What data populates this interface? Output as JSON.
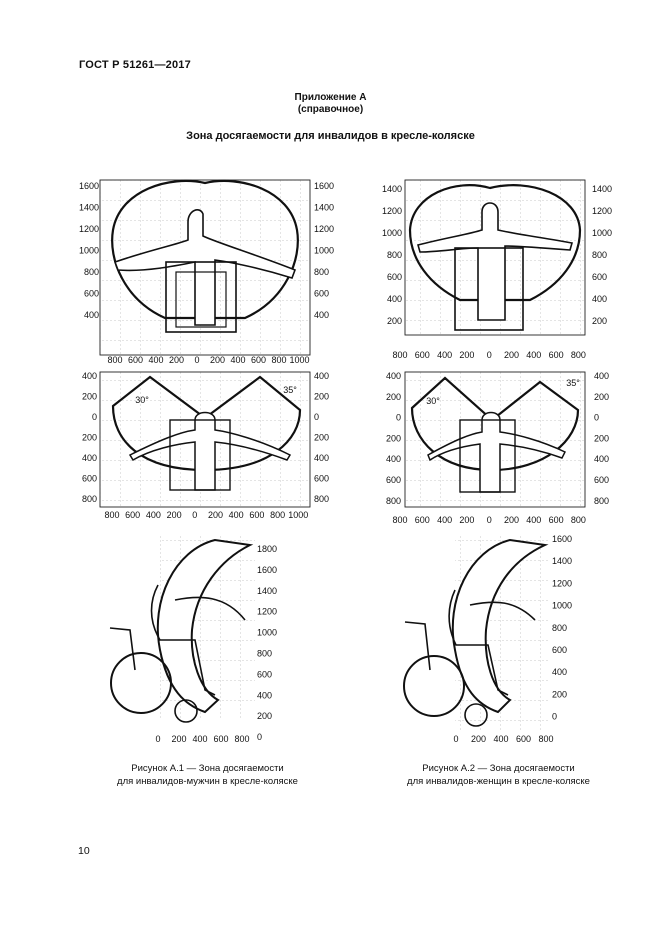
{
  "header": {
    "doc_code": "ГОСТ Р 51261—2017"
  },
  "annex": {
    "title": "Приложение А",
    "type": "(справочное)",
    "heading": "Зона досягаемости для инвалидов в кресле-коляске"
  },
  "figures": {
    "fig1": {
      "caption_line1": "Рисунок А.1 — Зона досягаемости",
      "caption_line2": "для инвалидов-мужчин в кресле-коляске",
      "front": {
        "left": [
          "1600",
          "1400",
          "1200",
          "1000",
          "800",
          "600",
          "400"
        ],
        "right": [
          "1600",
          "1400",
          "1200",
          "1000",
          "800",
          "600",
          "400"
        ]
      },
      "front_bottom": [
        "800",
        "600",
        "400",
        "200",
        "0",
        "200",
        "400",
        "600",
        "800",
        "1000"
      ],
      "top": {
        "left": [
          "400",
          "200",
          "0",
          "200",
          "400",
          "600",
          "800"
        ],
        "right": [
          "400",
          "200",
          "0",
          "200",
          "400",
          "600",
          "800"
        ],
        "angle_left": "30°",
        "angle_right": "35°"
      },
      "top_bottom": [
        "800",
        "600",
        "400",
        "200",
        "0",
        "200",
        "400",
        "600",
        "800",
        "1000"
      ],
      "side_right": [
        "1800",
        "1600",
        "1400",
        "1200",
        "1000",
        "800",
        "600",
        "400",
        "200",
        "0"
      ],
      "side_bottom": [
        "0",
        "200",
        "400",
        "600",
        "800"
      ]
    },
    "fig2": {
      "caption_line1": "Рисунок А.2 — Зона досягаемости",
      "caption_line2": "для инвалидов-женщин в кресле-коляске",
      "front": {
        "left": [
          "1400",
          "1200",
          "1000",
          "800",
          "600",
          "400",
          "200"
        ],
        "right": [
          "1400",
          "1200",
          "1000",
          "800",
          "600",
          "400",
          "200"
        ]
      },
      "front_bottom": [
        "800",
        "600",
        "400",
        "200",
        "0",
        "200",
        "400",
        "600",
        "800"
      ],
      "top": {
        "left": [
          "400",
          "200",
          "0",
          "200",
          "400",
          "600",
          "800"
        ],
        "right": [
          "400",
          "200",
          "0",
          "200",
          "400",
          "600",
          "800"
        ],
        "angle_left": "30°",
        "angle_right": "35°"
      },
      "top_bottom": [
        "800",
        "600",
        "400",
        "200",
        "0",
        "200",
        "400",
        "600",
        "800"
      ],
      "side_right": [
        "1600",
        "1400",
        "1200",
        "1000",
        "800",
        "600",
        "400",
        "200",
        "0"
      ],
      "side_bottom": [
        "0",
        "200",
        "400",
        "600",
        "800"
      ]
    }
  },
  "page": {
    "number": "10"
  }
}
